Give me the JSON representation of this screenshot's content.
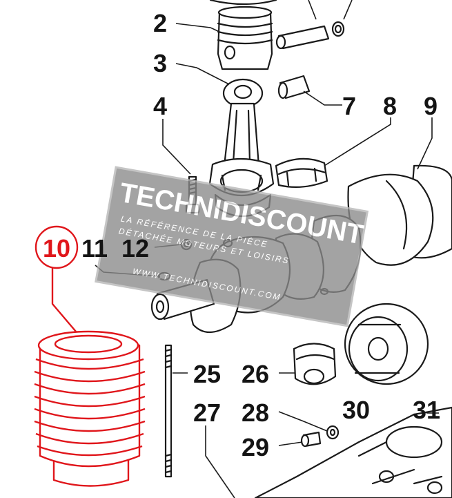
{
  "callouts": {
    "c2": "2",
    "c3": "3",
    "c4": "4",
    "c7": "7",
    "c8": "8",
    "c9": "9",
    "c10": "10",
    "c11": "11",
    "c12": "12",
    "c25": "25",
    "c26": "26",
    "c27": "27",
    "c28": "28",
    "c29": "29",
    "c30": "30",
    "c31": "31"
  },
  "highlight": {
    "part": "10",
    "color": "#e0161b"
  },
  "watermark": {
    "brand": "TECHNIDISCOUNT",
    "tagline_1": "LA RÉFÉRENCE DE LA PIÈCE",
    "tagline_2": "DÉTACHÉE MOTEURS ET LOISIRS",
    "url": "WWW.TECHNIDISCOUNT.COM"
  },
  "colors": {
    "ink": "#141414",
    "highlight": "#e0161b",
    "watermark": "#8a8a8a"
  }
}
